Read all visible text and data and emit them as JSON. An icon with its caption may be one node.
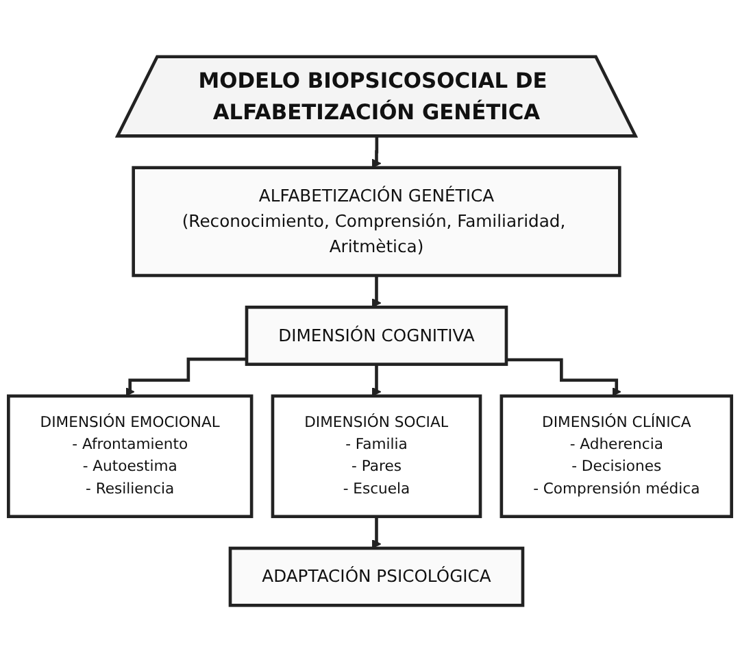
{
  "diagram": {
    "nodes": [
      {
        "text": [
          "MODELO BIOPSICOSOCIAL DE ALFABETIZACIÓN GENÉTICA"
        ]
      },
      {
        "text": [
          "ALFABETIZACIÓN GENÉTICA",
          "(Reconocimiento, Comprensión, Familiaridad, Aritmètica)"
        ]
      },
      {
        "text": [
          "DIMENSIÓN COGNITIVA"
        ]
      },
      {
        "text": [
          "DIMENSIÓN EMOCIONAL",
          "- Afrontamiento",
          "- Autoestima",
          "- Resiliencia"
        ]
      },
      {
        "text": [
          "DIMENSIÓN SOCIAL",
          "- Familia",
          "- Pares",
          "- Escuela"
        ]
      },
      {
        "text": [
          "DIMENSIÓN CLÍNICA",
          "- Adherencia",
          "- Decisiones",
          "- Comprensión médica"
        ]
      },
      {
        "text": [
          "ADAPTACIÓN PSICOLÓGICA"
        ]
      }
    ],
    "edges": [
      {
        "from": 0,
        "to": 1,
        "arrow": "to"
      },
      {
        "from": 1,
        "to": 2,
        "arrow": "to"
      },
      {
        "from": 2,
        "to": 3,
        "arrow": "to"
      },
      {
        "from": 2,
        "to": 4,
        "arrow": "to"
      },
      {
        "from": 2,
        "to": 5,
        "arrow": "to"
      },
      {
        "from": 4,
        "to": 6,
        "arrow": "to"
      }
    ]
  }
}
